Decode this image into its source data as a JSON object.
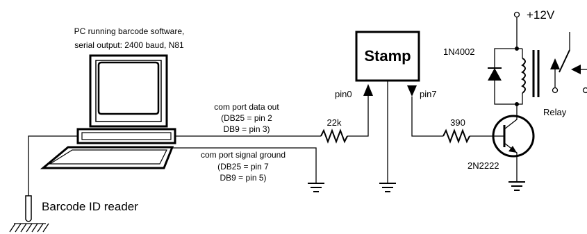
{
  "pc": {
    "caption_line1": "PC running barcode software,",
    "caption_line2": "serial output: 2400 baud, N81"
  },
  "com_data": {
    "title": "com port data out",
    "db25": "(DB25 = pin 2",
    "db9": "DB9 = pin 3)"
  },
  "com_ground": {
    "title": "com port signal ground",
    "db25": "(DB25 = pin 7",
    "db9": "DB9 = pin 5)"
  },
  "resistor_in": {
    "value": "22k"
  },
  "stamp": {
    "label": "Stamp",
    "pin_in": "pin0",
    "pin_out": "pin7"
  },
  "resistor_base": {
    "value": "390"
  },
  "transistor": {
    "label": "2N2222"
  },
  "diode": {
    "label": "1N4002"
  },
  "supply": {
    "label": "+12V"
  },
  "relay": {
    "label": "Relay"
  },
  "reader": {
    "label": "Barcode ID reader"
  }
}
